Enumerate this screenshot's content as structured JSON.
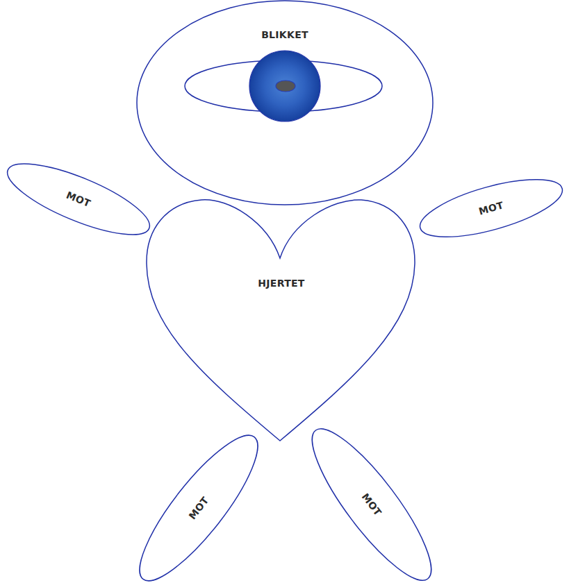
{
  "diagram": {
    "nodes": [
      {
        "text": [
          "BLIKKET"
        ]
      },
      {
        "text": [
          "MOT"
        ]
      },
      {
        "text": [
          "MOT"
        ]
      },
      {
        "text": [
          "HJERTET"
        ]
      },
      {
        "text": [
          "MOT"
        ]
      },
      {
        "text": [
          "MOT"
        ]
      }
    ]
  }
}
